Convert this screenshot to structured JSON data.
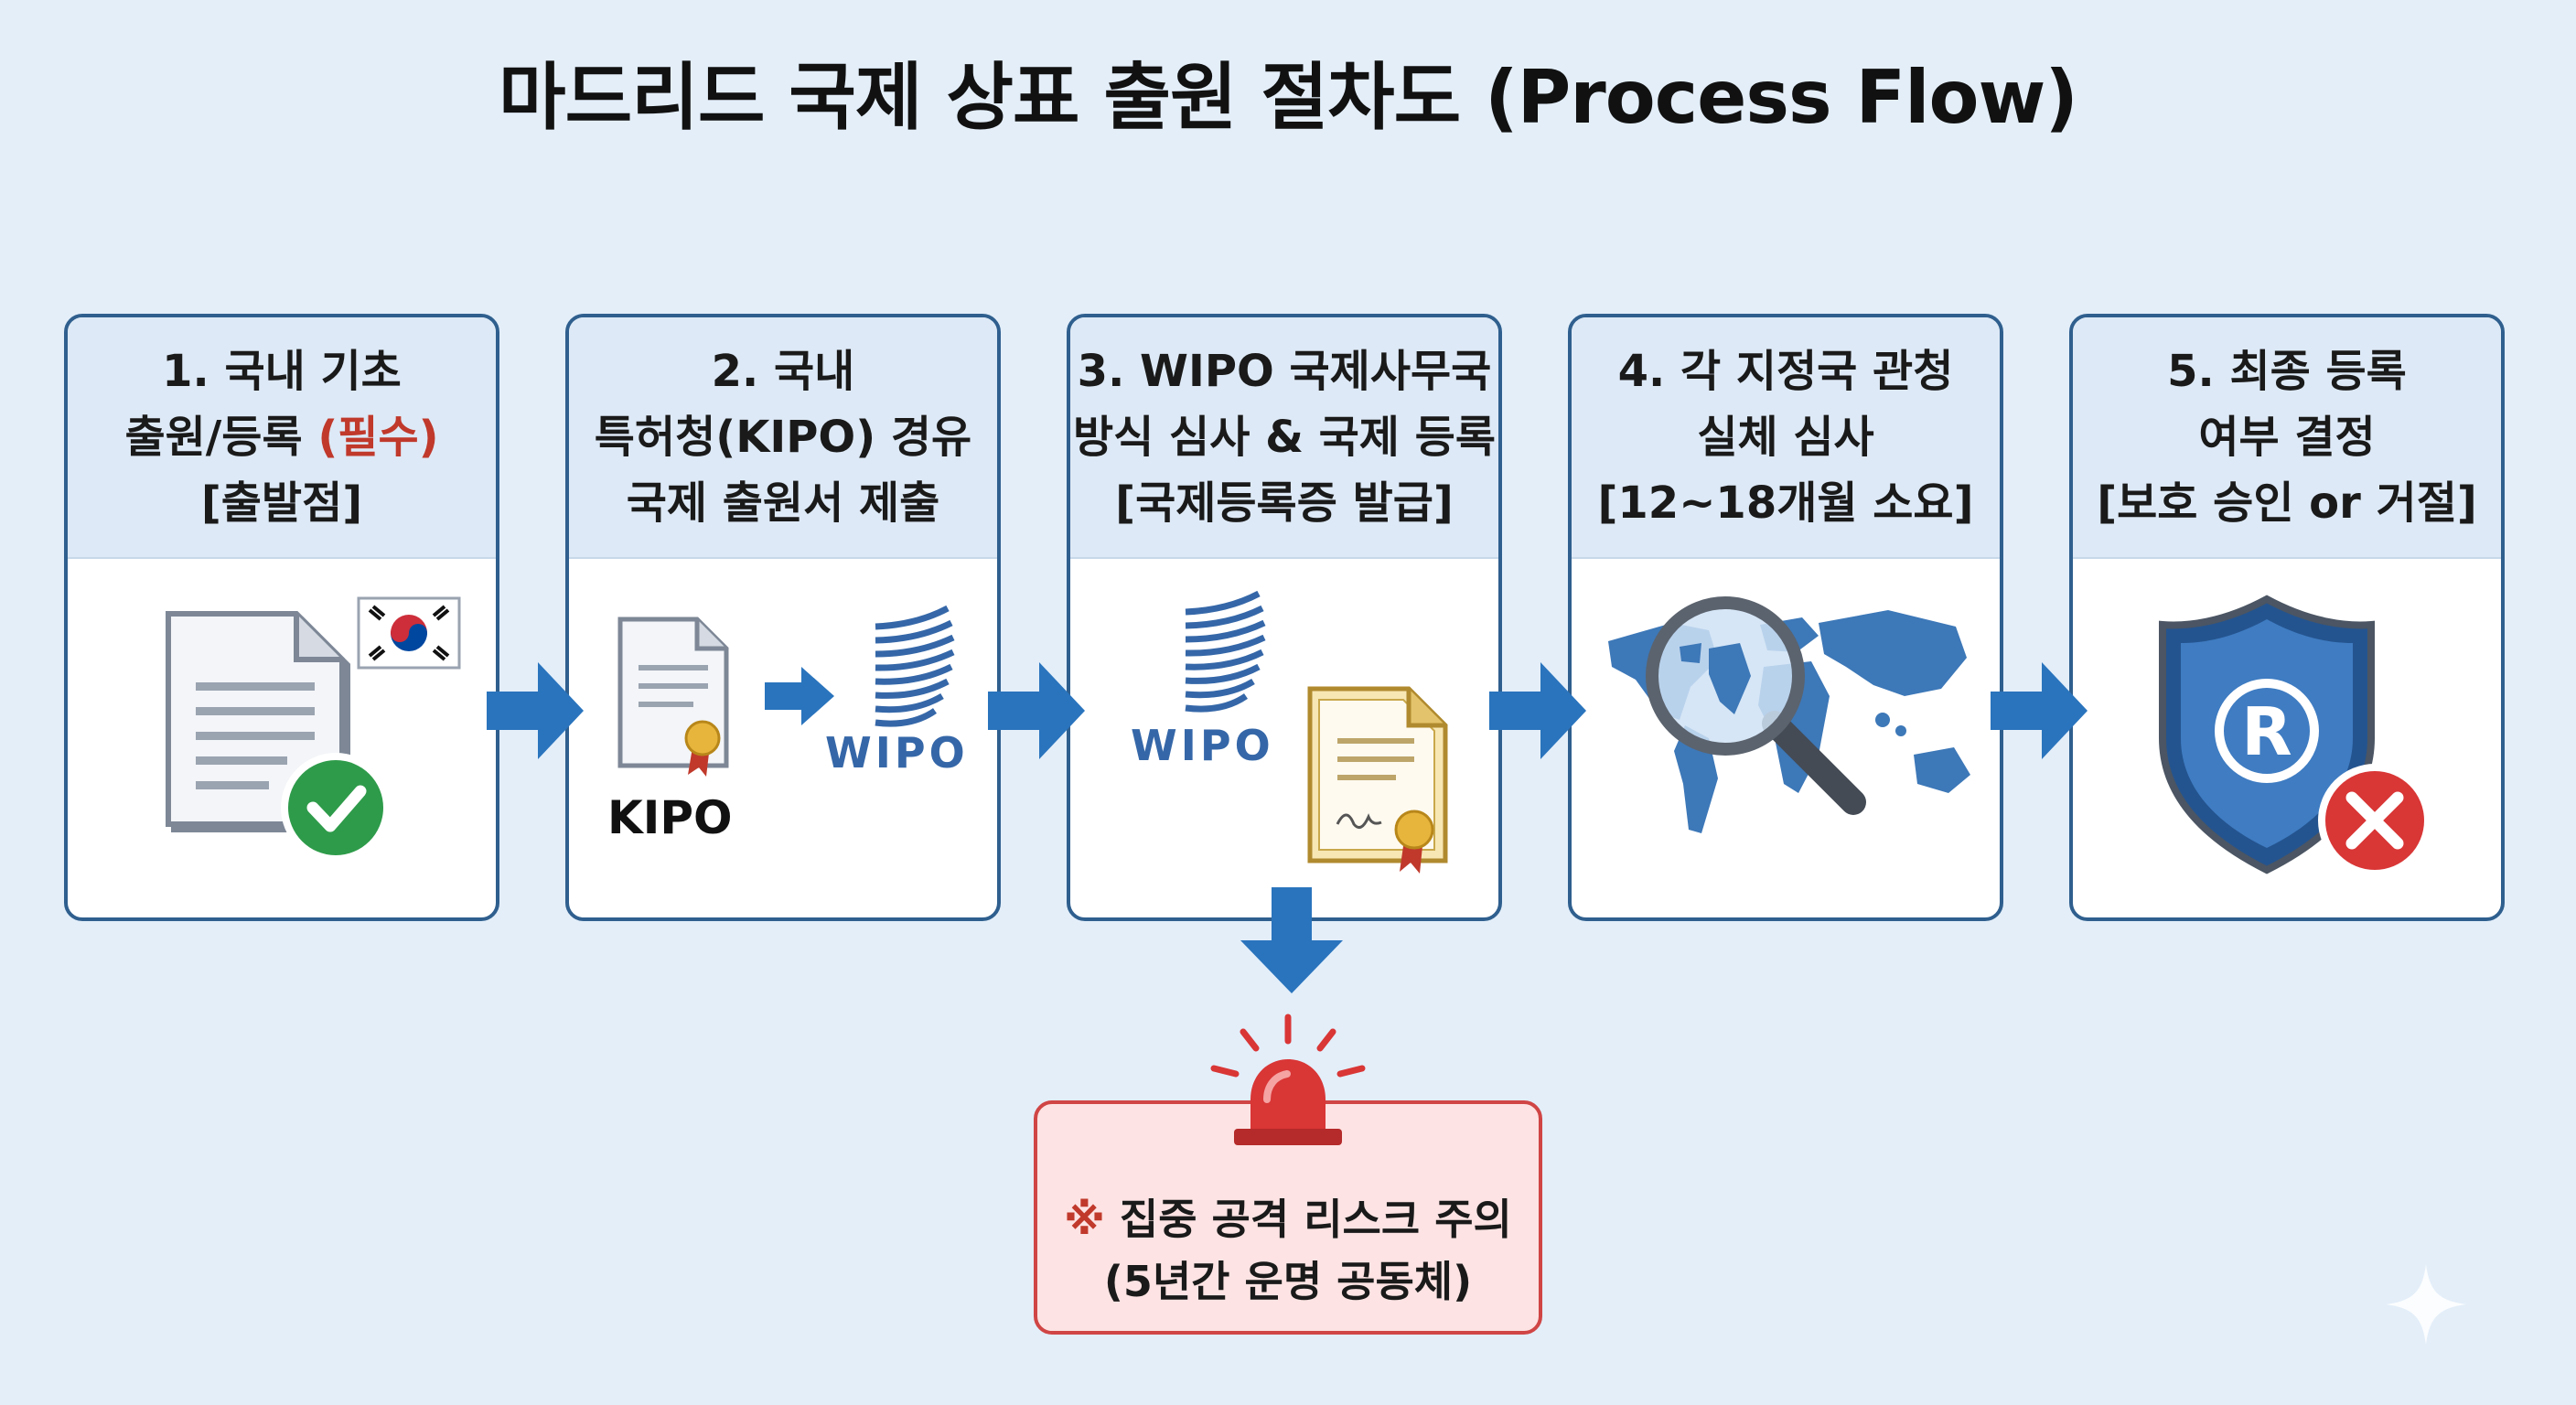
{
  "title": "마드리드 국제 상표 출원 절차도 (Process Flow)",
  "steps": [
    {
      "lines": [
        "1. 국내 기초",
        "출원/등록 ",
        "[출발점]"
      ],
      "emphasis": "(필수)"
    },
    {
      "lines": [
        "2. 국내",
        "특허청(KIPO) 경유",
        "국제 출원서 제출"
      ]
    },
    {
      "lines": [
        "3. WIPO 국제사무국",
        "방식 심사 & 국제 등록",
        "[국제등록증 발급]"
      ]
    },
    {
      "lines": [
        "4. 각 지정국 관청",
        "실체 심사",
        "[12~18개월 소요]"
      ]
    },
    {
      "lines": [
        "5. 최종 등록",
        "여부 결정",
        "[보호 승인 or 거절]"
      ]
    }
  ],
  "icons": {
    "step1": [
      "document-icon",
      "korea-flag-icon",
      "check-badge-icon"
    ],
    "step2": [
      "certificate-icon",
      "arrow-right-icon",
      "wipo-logo-icon"
    ],
    "step3": [
      "wipo-logo-icon",
      "certificate-icon"
    ],
    "step4": [
      "world-map-icon",
      "magnifier-icon"
    ],
    "step5": [
      "shield-registered-icon",
      "reject-badge-icon"
    ]
  },
  "logos": {
    "kipo": "KIPO",
    "wipo": "WIPO"
  },
  "alert": {
    "mark": "※",
    "line1": "집중 공격 리스크 주의",
    "line2": "(5년간 운명 공동체)"
  },
  "colors": {
    "background": "#e3eef9",
    "border": "#2f5f8e",
    "arrow": "#2a74bd",
    "alert_border": "#d04545",
    "alert_bg": "#fde3e3",
    "check": "#2e9b4a",
    "reject": "#d93636"
  }
}
